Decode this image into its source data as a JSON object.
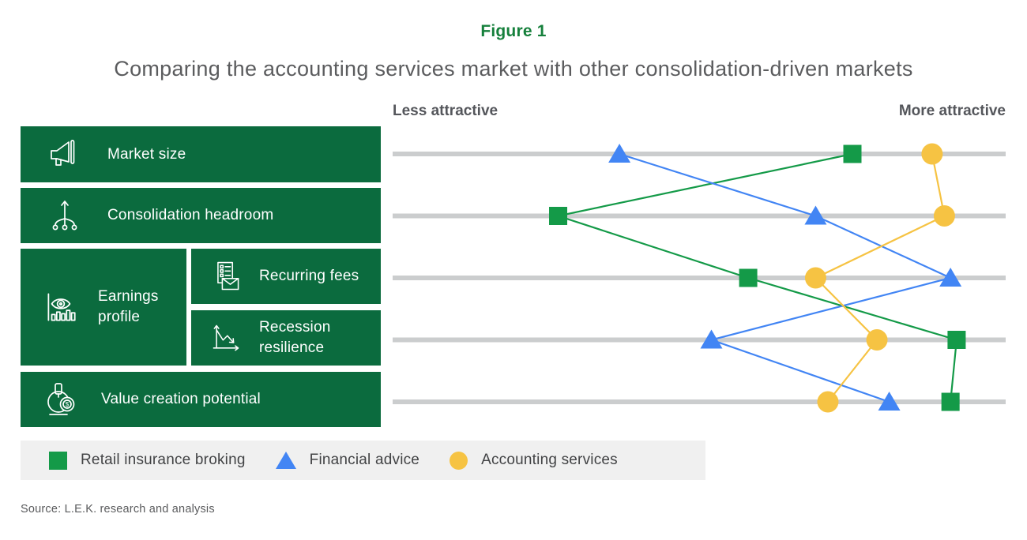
{
  "figure": {
    "label": "Figure 1",
    "title": "Comparing the accounting services market with other consolidation-driven markets"
  },
  "categories_panel": {
    "items": [
      {
        "label": "Market size",
        "icon": "megaphone-icon"
      },
      {
        "label": "Consolidation headroom",
        "icon": "branch-split-icon"
      },
      {
        "label": "Earnings profile",
        "icon": "eye-bar-chart-icon"
      },
      {
        "label": "Recurring fees",
        "icon": "invoice-envelope-icon"
      },
      {
        "label": "Recession resilience",
        "icon": "declining-chart-icon"
      },
      {
        "label": "Value creation potential",
        "icon": "microscope-coin-icon"
      }
    ]
  },
  "chart_data": {
    "type": "scatter",
    "subtype": "connected dot plot (bump chart) across category tracks",
    "axis": {
      "left_label": "Less attractive",
      "right_label": "More attractive",
      "range": [
        0,
        100
      ],
      "grid": "one horizontal gray track per category"
    },
    "categories": [
      "Market size",
      "Consolidation headroom",
      "Recurring fees",
      "Recession resilience",
      "Value creation potential"
    ],
    "series": [
      {
        "name": "Retail insurance broking",
        "marker": "square",
        "color": "#149a48",
        "values": [
          75,
          27,
          58,
          92,
          91
        ]
      },
      {
        "name": "Financial advice",
        "marker": "triangle",
        "color": "#4285f4",
        "values": [
          37,
          69,
          91,
          52,
          81
        ]
      },
      {
        "name": "Accounting services",
        "marker": "circle",
        "color": "#f6c343",
        "values": [
          88,
          90,
          69,
          79,
          71
        ]
      }
    ],
    "legend_position": "bottom"
  },
  "source": "Source: L.E.K. research and analysis",
  "colors": {
    "panel_green": "#0b6b3e",
    "figure_label_green": "#16803c",
    "track_gray": "#cbcdce",
    "legend_bg": "#f0f0f0"
  }
}
